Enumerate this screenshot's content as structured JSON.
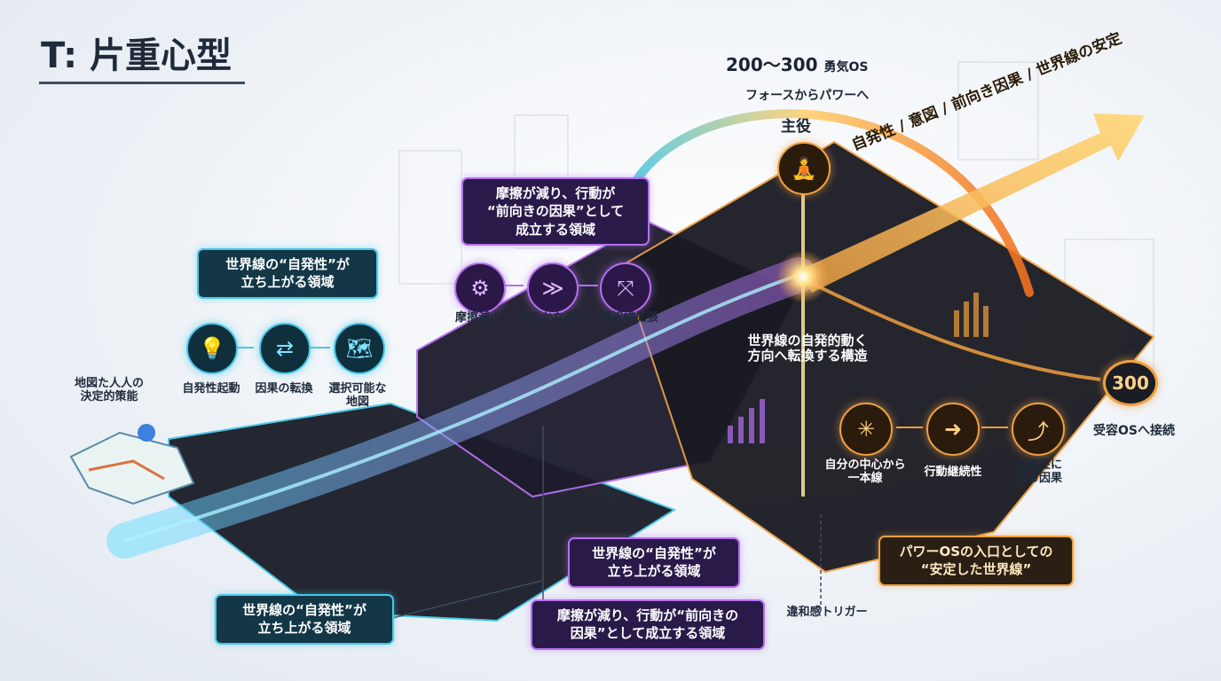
{
  "title": "T: 片重心型",
  "header": {
    "range": "200〜300",
    "os": "勇気OS",
    "subtitle": "フォースからパワーへ",
    "main_role": "主役"
  },
  "orange_arrow_text": "自発性 / 意図 / 前向き因果 / 世界線の安定",
  "boxes": {
    "teal_top": [
      "世界線の“自発性”が",
      "立ち上がる領域"
    ],
    "purple_top": [
      "摩擦が減り、行動が",
      "“前向きの因果”として",
      "成立する領域"
    ],
    "purple_mid": [
      "世界線の“自発性”が",
      "立ち上がる領域"
    ],
    "teal_bottom": [
      "世界線の“自発性”が",
      "立ち上がる領域"
    ],
    "purple_bottom": [
      "摩擦が減り、行動が“前向きの",
      "因果”として成立する領域"
    ],
    "orange_bottom": [
      "パワーOSの入口としての",
      "“安定した世界線”"
    ]
  },
  "teal_steps": [
    {
      "icon": "lightbulb-icon",
      "glyph": "💡",
      "label": "自発性起動"
    },
    {
      "icon": "swap-arrows-icon",
      "glyph": "⇄",
      "label": "因果の転換"
    },
    {
      "icon": "map-icon",
      "glyph": "🗺",
      "label": "選択可能な\n地図"
    }
  ],
  "purple_steps": [
    {
      "icon": "friction-icon",
      "glyph": "⚙",
      "label": "摩擦減少"
    },
    {
      "icon": "flow-arrows-icon",
      "glyph": "≫",
      "label": "滑らかな進行"
    },
    {
      "icon": "expand-icon",
      "glyph": "⤧",
      "label": "選択幅拡張"
    }
  ],
  "orange_steps": [
    {
      "icon": "center-burst-icon",
      "glyph": "✳",
      "label": "自分の中心から\n一本線"
    },
    {
      "icon": "forward-arrow-icon",
      "glyph": "➜",
      "label": "行動継続性"
    },
    {
      "icon": "growth-arrow-icon",
      "glyph": "⤴",
      "label": "可能性に\n偏る因果"
    }
  ],
  "labels": {
    "map_label": "地図た人人の\n決定的策能",
    "center_text": "世界線の自発的動く\n方向へ転換する構造",
    "badge": "300",
    "badge_label": "受容OSへ接続",
    "trigger": "違和感トリガー"
  },
  "colors": {
    "teal": "#46c8e8",
    "purple": "#b470f0",
    "orange": "#f0a040",
    "board": "#1a1d28"
  }
}
